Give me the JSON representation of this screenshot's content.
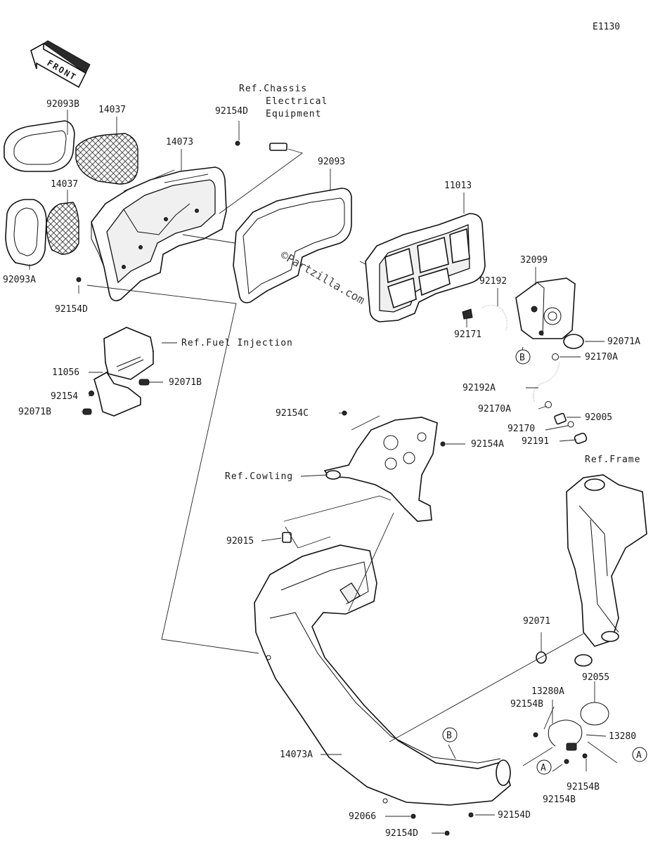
{
  "diagram_id": "E1130",
  "front_label": "FRONT",
  "colors": {
    "line": "#111111",
    "background": "#ffffff"
  },
  "watermark": "©Partzilla.com",
  "parts": {
    "p92093B": "92093B",
    "p14037_top": "14037",
    "p14073": "14073",
    "p14037_left": "14037",
    "p92093A": "92093A",
    "p92154D_top": "92154D",
    "p92154D_left": "92154D",
    "p92093": "92093",
    "p11013": "11013",
    "p32099": "32099",
    "p92192": "92192",
    "p92171": "92171",
    "p92071A": "92071A",
    "p92170A_1": "92170A",
    "p92192A": "92192A",
    "p92170A_2": "92170A",
    "p92005": "92005",
    "p92170": "92170",
    "p92191": "92191",
    "p11056": "11056",
    "p92154": "92154",
    "p92071B_1": "92071B",
    "p92071B_2": "92071B",
    "p92154C": "92154C",
    "p92154A": "92154A",
    "p92015": "92015",
    "p92071": "92071",
    "p92055": "92055",
    "p13280A": "13280A",
    "p92154B_1": "92154B",
    "p13280": "13280",
    "p92154B_2": "92154B",
    "p92154B_3": "92154B",
    "p14073A": "14073A",
    "p92066": "92066",
    "p92154D_bottom1": "92154D",
    "p92154D_bottom2": "92154D"
  },
  "references": {
    "chassis_line1": "Ref.Chassis",
    "chassis_line2": "Electrical",
    "chassis_line3": "Equipment",
    "fuel_injection": "Ref.Fuel Injection",
    "cowling": "Ref.Cowling",
    "frame": "Ref.Frame"
  },
  "callouts": {
    "b_upper": "B",
    "b_lower": "B",
    "a_left": "A",
    "a_right": "A"
  }
}
